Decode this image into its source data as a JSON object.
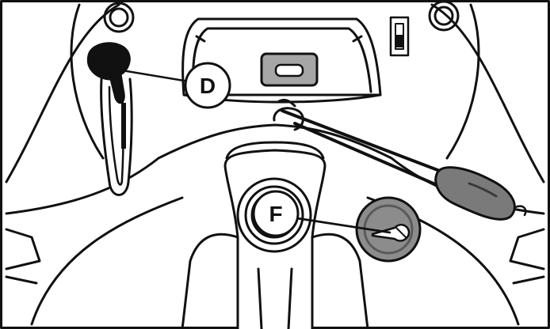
{
  "diagram": {
    "callouts": [
      {
        "id": "D",
        "label": "D",
        "target": "throttle-lever"
      },
      {
        "id": "F",
        "label": "F",
        "target": "ignition-key"
      }
    ],
    "colors": {
      "stroke": "#111111",
      "background": "#ffffff",
      "throttle_knob": "#111111",
      "handle_grey": "#7a7a7a",
      "ignition_grey": "#8c8c8c",
      "indicator_grey": "#a6a6a6"
    }
  }
}
